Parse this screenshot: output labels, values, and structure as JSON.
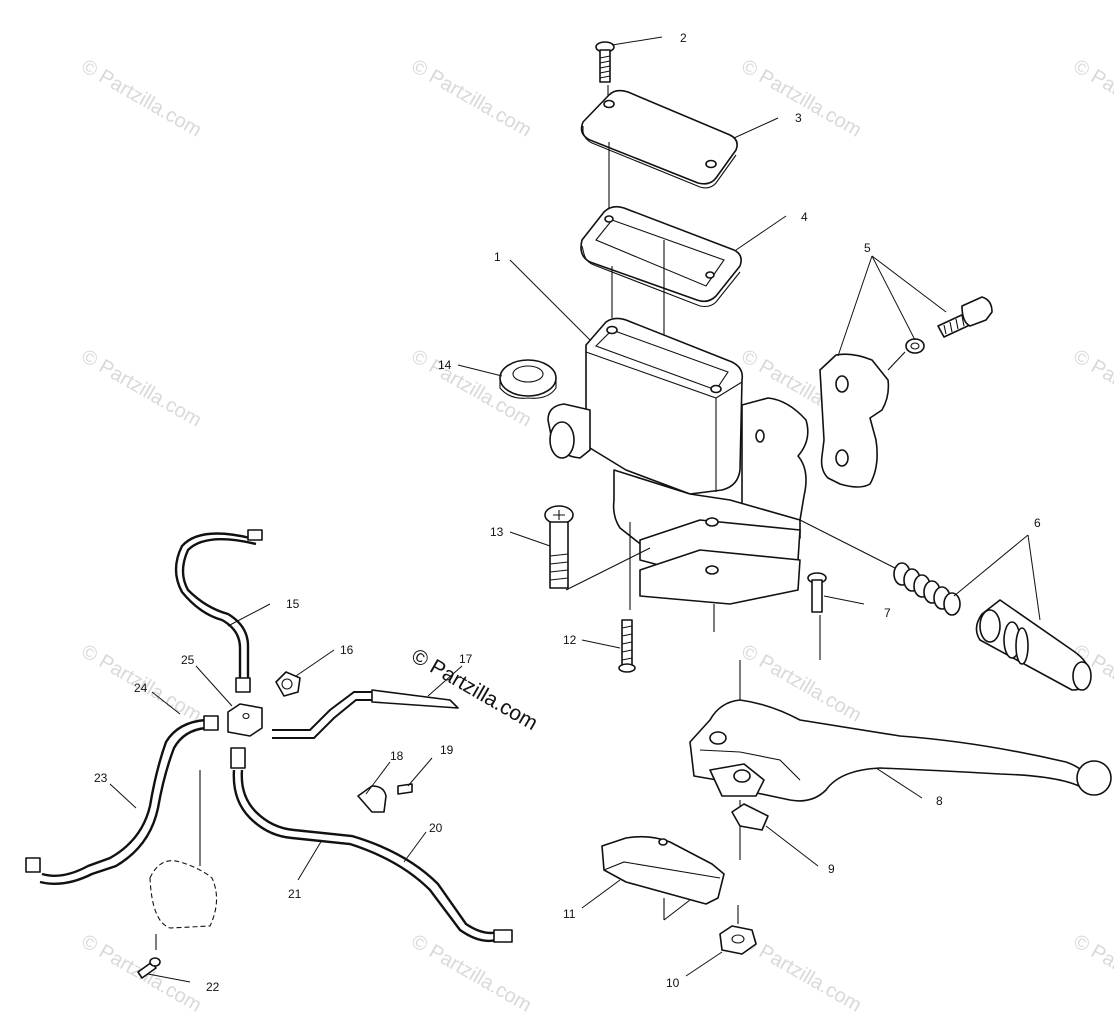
{
  "watermark": {
    "text": "© Partzilla.com"
  },
  "brand_watermark": {
    "text": "© Partzilla.com"
  },
  "callouts": [
    {
      "id": "1",
      "label": "1"
    },
    {
      "id": "2",
      "label": "2"
    },
    {
      "id": "3",
      "label": "3"
    },
    {
      "id": "4",
      "label": "4"
    },
    {
      "id": "5",
      "label": "5"
    },
    {
      "id": "6",
      "label": "6"
    },
    {
      "id": "7",
      "label": "7"
    },
    {
      "id": "8",
      "label": "8"
    },
    {
      "id": "9",
      "label": "9"
    },
    {
      "id": "10",
      "label": "10"
    },
    {
      "id": "11",
      "label": "11"
    },
    {
      "id": "12",
      "label": "12"
    },
    {
      "id": "13",
      "label": "13"
    },
    {
      "id": "14",
      "label": "14"
    },
    {
      "id": "15",
      "label": "15"
    },
    {
      "id": "16",
      "label": "16"
    },
    {
      "id": "17",
      "label": "17"
    },
    {
      "id": "18",
      "label": "18"
    },
    {
      "id": "19",
      "label": "19"
    },
    {
      "id": "20",
      "label": "20"
    },
    {
      "id": "21",
      "label": "21"
    },
    {
      "id": "22",
      "label": "22"
    },
    {
      "id": "23",
      "label": "23"
    },
    {
      "id": "24",
      "label": "24"
    },
    {
      "id": "25",
      "label": "25"
    }
  ],
  "colors": {
    "line": "#111111",
    "watermark": "#d9d9d9",
    "background": "#ffffff"
  }
}
